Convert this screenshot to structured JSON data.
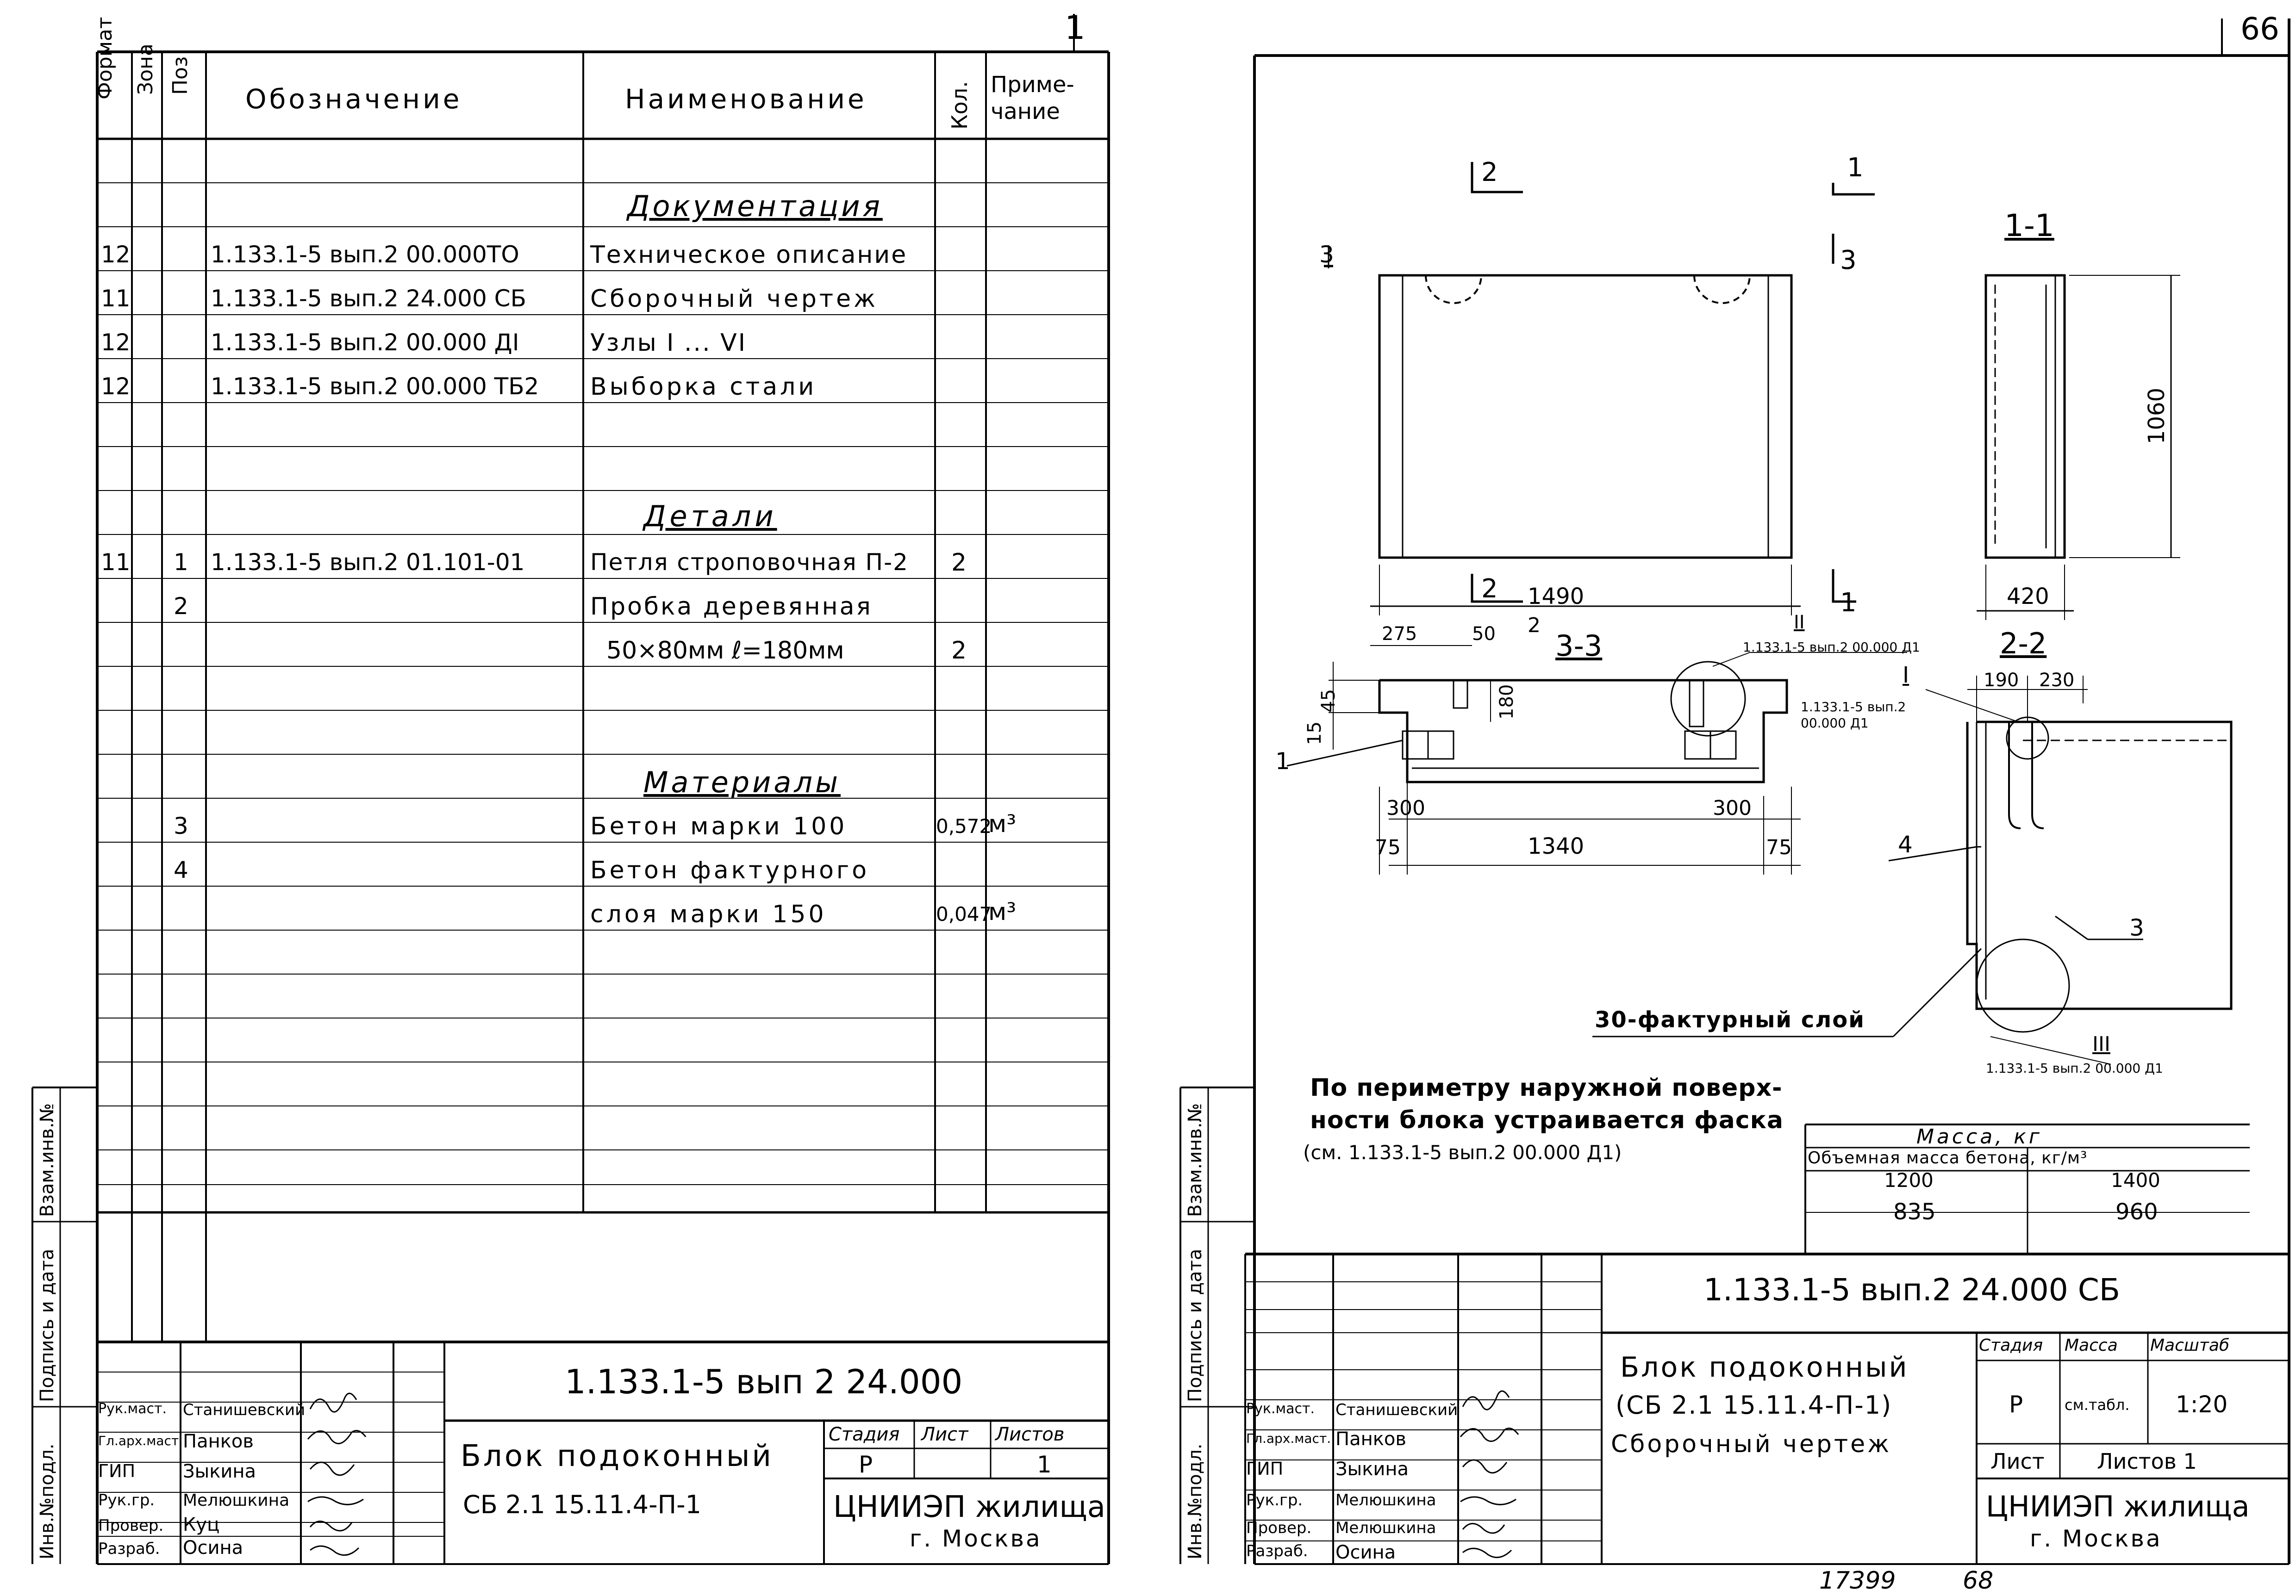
{
  "left": {
    "page_number": "1",
    "spec_table": {
      "headers": {
        "format": "Формат",
        "zone": "Зона",
        "pos": "Поз",
        "designation": "Обозначение",
        "name": "Наименование",
        "qty": "Кол.",
        "note": "Приме-чание"
      },
      "sections": {
        "documentation": "Документация",
        "details": "Детали",
        "materials": "Материалы"
      },
      "rows": [
        {
          "format": "12",
          "pos": "",
          "designation": "1.133.1-5 вып.2 00.000ТО",
          "name": "Техническое описание",
          "qty": "",
          "note": ""
        },
        {
          "format": "11",
          "pos": "",
          "designation": "1.133.1-5 вып.2 24.000 СБ",
          "name": "Сборочный чертеж",
          "qty": "",
          "note": ""
        },
        {
          "format": "12",
          "pos": "",
          "designation": "1.133.1-5 вып.2 00.000 ДI",
          "name": "Узлы I ... VI",
          "qty": "",
          "note": ""
        },
        {
          "format": "12",
          "pos": "",
          "designation": "1.133.1-5 вып.2 00.000 ТБ2",
          "name": "Выборка стали",
          "qty": "",
          "note": ""
        },
        {
          "format": "11",
          "pos": "1",
          "designation": "1.133.1-5 вып.2 01.101-01",
          "name": "Петля строповочная П-2",
          "qty": "2",
          "note": ""
        },
        {
          "format": "",
          "pos": "2",
          "designation": "",
          "name": "Пробка деревянная",
          "qty": "",
          "note": ""
        },
        {
          "format": "",
          "pos": "",
          "designation": "",
          "name": "50×80мм ℓ=180мм",
          "qty": "2",
          "note": ""
        },
        {
          "format": "",
          "pos": "3",
          "designation": "",
          "name": "Бетон марки 100",
          "qty": "0,572",
          "note": "м³"
        },
        {
          "format": "",
          "pos": "4",
          "designation": "",
          "name": "Бетон фактурного",
          "qty": "",
          "note": ""
        },
        {
          "format": "",
          "pos": "",
          "designation": "",
          "name": "слоя марки 150",
          "qty": "0,047",
          "note": "м³"
        }
      ]
    },
    "side_stamp": {
      "inv_podl": "Инв.№подл.",
      "podpis_data": "Подпись и дата",
      "vzam_inv": "Взам.инв.№"
    },
    "title_block": {
      "code": "1.133.1-5 вып 2 24.000",
      "title_line1": "Блок подоконный",
      "title_line2": "СБ 2.1 15.11.4-П-1",
      "stage_label": "Стадия",
      "sheet_label": "Лист",
      "sheets_label": "Листов",
      "stage_value": "Р",
      "sheet_value": "",
      "sheets_value": "1",
      "org_line1": "ЦНИИЭП жилища",
      "org_line2": "г. Москва",
      "people": [
        {
          "role": "Рук.маст.",
          "name": "Станишевский"
        },
        {
          "role": "Гл.арх.маст.",
          "name": "Панков"
        },
        {
          "role": "ГИП",
          "name": "Зыкина"
        },
        {
          "role": "Рук.гр.",
          "name": "Мелюшкина"
        },
        {
          "role": "Провер.",
          "name": "Куц"
        },
        {
          "role": "Разраб.",
          "name": "Осина"
        }
      ]
    }
  },
  "right": {
    "page_number": "66",
    "views": {
      "section_1_1": "1-1",
      "section_2_2": "2-2",
      "section_3_3": "3-3"
    },
    "dimensions": {
      "width_main": "1490",
      "height_main": "1060",
      "depth": "420",
      "d275": "275",
      "d50": "50",
      "d180": "180",
      "d45": "45",
      "d15": "15",
      "d300a": "300",
      "d300b": "300",
      "d75a": "75",
      "d75b": "75",
      "d1340": "1340",
      "d190": "190",
      "d230": "230"
    },
    "markers": {
      "cut_1": "1",
      "cut_2": "2",
      "cut_3": "3",
      "pos_1": "1",
      "pos_2": "2",
      "pos_3": "3",
      "pos_4": "4",
      "node_I": "I",
      "node_II": "II",
      "node_III": "III",
      "ref_II": "1.133.1-5 вып.2 00.000 Д1",
      "ref_I": "1.133.1-5 вып.2 00.000 Д1",
      "ref_III": "1.133.1-5 вып.2 00.000 Д1"
    },
    "facing_layer": "30-фактурный слой",
    "note": {
      "line1": "По периметру наружной поверх-",
      "line2": "ности блока устраивается фаска",
      "line3": "(см. 1.133.1-5 вып.2 00.000 Д1)"
    },
    "mass_table": {
      "title": "Масса, кг",
      "subtitle": "Объемная масса бетона, кг/м³",
      "density_1": "1200",
      "density_2": "1400",
      "mass_1": "835",
      "mass_2": "960"
    },
    "side_stamp": {
      "inv_podl": "Инв.№подл.",
      "podpis_data": "Подпись и дата",
      "vzam_inv": "Взам.инв.№"
    },
    "title_block": {
      "code": "1.133.1-5 вып.2 24.000 СБ",
      "title_line1": "Блок подоконный",
      "title_line2": "(СБ 2.1 15.11.4-П-1)",
      "title_line3": "Сборочный чертеж",
      "stage_label": "Стадия",
      "mass_label": "Масса",
      "scale_label": "Масштаб",
      "stage_value": "Р",
      "mass_value": "см.табл.",
      "scale_value": "1:20",
      "sheet_label": "Лист",
      "sheets_label": "Листов 1",
      "org_line1": "ЦНИИЭП жилища",
      "org_line2": "г. Москва",
      "people": [
        {
          "role": "Рук.маст.",
          "name": "Станишевский"
        },
        {
          "role": "Гл.арх.маст.",
          "name": "Панков"
        },
        {
          "role": "ГИП",
          "name": "Зыкина"
        },
        {
          "role": "Рук.гр.",
          "name": "Мелюшкина"
        },
        {
          "role": "Провер.",
          "name": "Мелюшкина"
        },
        {
          "role": "Разраб.",
          "name": "Осина"
        }
      ]
    },
    "archive_numbers": {
      "n1": "17399",
      "n2": "68"
    }
  }
}
